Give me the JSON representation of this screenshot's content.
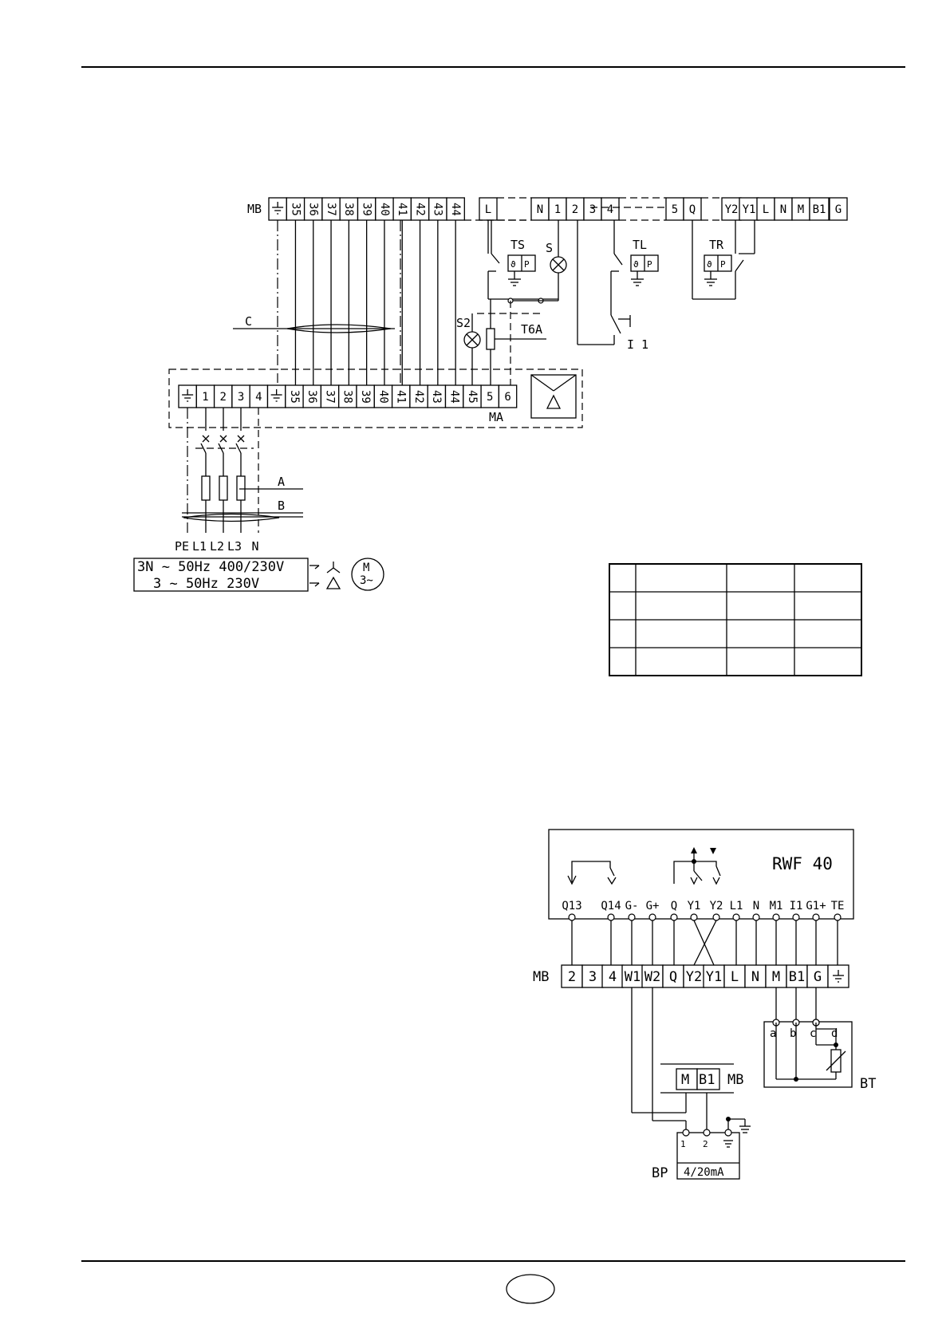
{
  "diagram1": {
    "mb_label": "MB",
    "mb_terminals": [
      "35",
      "36",
      "37",
      "38",
      "39",
      "40",
      "41",
      "42",
      "43",
      "44",
      "L",
      "N",
      "1",
      "2",
      "3",
      "4",
      "5",
      "Q",
      "Y2",
      "Y1",
      "L",
      "N",
      "M",
      "B1",
      "G"
    ],
    "ma_label": "MA",
    "ma_terminals": [
      "1",
      "2",
      "3",
      "4",
      "35",
      "36",
      "37",
      "38",
      "39",
      "40",
      "41",
      "42",
      "43",
      "44",
      "45",
      "5",
      "6"
    ],
    "ts": "TS",
    "tl": "TL",
    "tr": "TR",
    "s": "S",
    "s2": "S2",
    "fuse": "T6A",
    "i1": "I 1",
    "cable_c": "C",
    "cable_a": "A",
    "cable_b": "B",
    "theta_p_t": "ϑ",
    "theta_p_p": "P",
    "supply_labels": [
      "PE",
      "L1",
      "L2",
      "L3",
      "N"
    ],
    "supply_line1": "3N ~ 50Hz 400/230V",
    "supply_line2": "3 ~ 50Hz 230V",
    "motor_m": "M",
    "motor_3": "3~"
  },
  "table": {
    "rows": 4,
    "cols": 4
  },
  "diagram2": {
    "device": "RWF 40",
    "rwf_terminals": [
      "Q13",
      "Q14",
      "G-",
      "G+",
      "Q",
      "Y1",
      "Y2",
      "L1",
      "N",
      "M1",
      "I1",
      "G1+",
      "TE"
    ],
    "mb_label": "MB",
    "mb_terminals": [
      "2",
      "3",
      "4",
      "W1",
      "W2",
      "Q",
      "Y2",
      "Y1",
      "L",
      "N",
      "M",
      "B1",
      "G"
    ],
    "bt_label": "BT",
    "bt_terminals": [
      "a",
      "b",
      "c",
      "d"
    ],
    "mb2_label": "MB",
    "mb2_terminals": [
      "M",
      "B1"
    ],
    "bp_label": "BP",
    "bp_terminals": [
      "1",
      "2"
    ],
    "bp_signal": "4/20mA"
  }
}
